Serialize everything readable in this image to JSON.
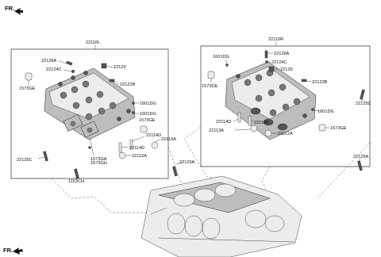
{
  "fr_top": "FR.",
  "fr_bottom": "FR.",
  "left_head": {
    "assembly": "22110L",
    "labels": {
      "p22126a": "22126A",
      "p22124c": "22124C",
      "p22129": "22129",
      "p22122b": "22122B",
      "p1573ge_a": "1573GE",
      "p1601dg_a": "1601DG",
      "p1601dg_b": "1601DG",
      "p1573ge_b": "1573GE",
      "p22114d_a": "22114D",
      "p22113a": "22113A",
      "p22114d_b": "22114D",
      "p22112a": "22112A",
      "p1573ga": "1573GA",
      "p1573gh": "1573GH",
      "p22125c": "22125C",
      "p22125a": "22125A",
      "p1153ch": "1153CH"
    }
  },
  "right_head": {
    "assembly": "22110R",
    "labels": {
      "p22126a": "22126A",
      "p22124c": "22124C",
      "p22129": "22129",
      "p1601dg_top": "1601DG",
      "p1573ge_a": "1573GE",
      "p22122b": "22122B",
      "p22125c": "22125C",
      "p1601dg_b": "1601DG",
      "p1573ge_b": "1573GE",
      "p22114d_a": "22114D",
      "p22114d_b": "22114D",
      "p22113a": "22113A",
      "p22112a": "22112A",
      "p22125a": "22125A"
    }
  }
}
